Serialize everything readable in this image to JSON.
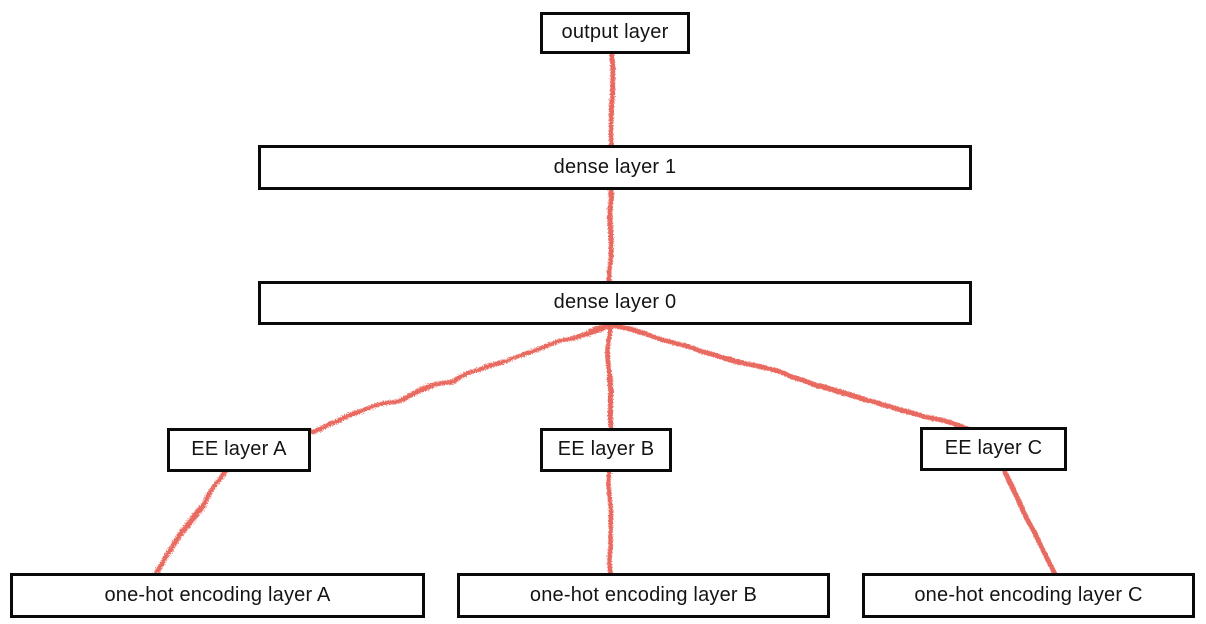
{
  "diagram": {
    "type": "neural-network-architecture",
    "nodes": {
      "output": {
        "label": "output layer"
      },
      "dense1": {
        "label": "dense layer 1"
      },
      "dense0": {
        "label": "dense layer 0"
      },
      "eeA": {
        "label": "EE layer A"
      },
      "eeB": {
        "label": "EE layer B"
      },
      "eeC": {
        "label": "EE layer C"
      },
      "onehotA": {
        "label": "one-hot encoding layer A"
      },
      "onehotB": {
        "label": "one-hot encoding layer B"
      },
      "onehotC": {
        "label": "one-hot encoding layer C"
      }
    },
    "edges": [
      {
        "a": "output layer",
        "b": "dense layer 1"
      },
      {
        "a": "dense layer 1",
        "b": "dense layer 0"
      },
      {
        "a": "dense layer 0",
        "b": "EE layer A"
      },
      {
        "a": "dense layer 0",
        "b": "EE layer B"
      },
      {
        "a": "dense layer 0",
        "b": "EE layer C"
      },
      {
        "a": "EE layer A",
        "b": "one-hot encoding layer A"
      },
      {
        "a": "EE layer B",
        "b": "one-hot encoding layer B"
      },
      {
        "a": "EE layer C",
        "b": "one-hot encoding layer C"
      }
    ],
    "colors": {
      "connector": "#e96a60",
      "node_border": "#0a0a0a",
      "node_fill": "#ffffff",
      "text": "#141414",
      "background": "#ffffff"
    }
  }
}
